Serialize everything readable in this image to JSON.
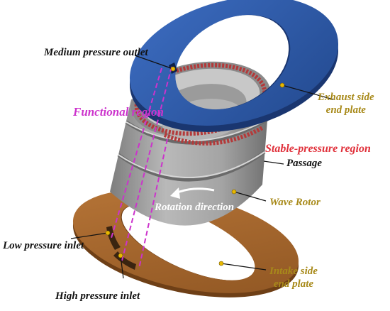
{
  "labels": {
    "medium_outlet": "Medium pressure outlet",
    "exhaust_plate_line1": "Exhaust side",
    "exhaust_plate_line2": "end plate",
    "functional_region": "Functional region",
    "stable_region": "Stable-pressure region",
    "passage": "Passage",
    "wave_rotor": "Wave Rotor",
    "rotation": "Rotation direction",
    "low_inlet": "Low pressure inlet",
    "high_inlet": "High pressure inlet",
    "intake_plate_line1": "Intake side",
    "intake_plate_line2": "end plate"
  },
  "colors": {
    "exhaust_plate": "#2e5aa8",
    "rotor": "#a9a9a9",
    "intake_plate": "#a8682c",
    "functional": "#cc33cc",
    "stable": "#e0303a",
    "component_label": "#a88a1a",
    "leader_dot": "#e8b800",
    "text_dark": "#111111"
  }
}
